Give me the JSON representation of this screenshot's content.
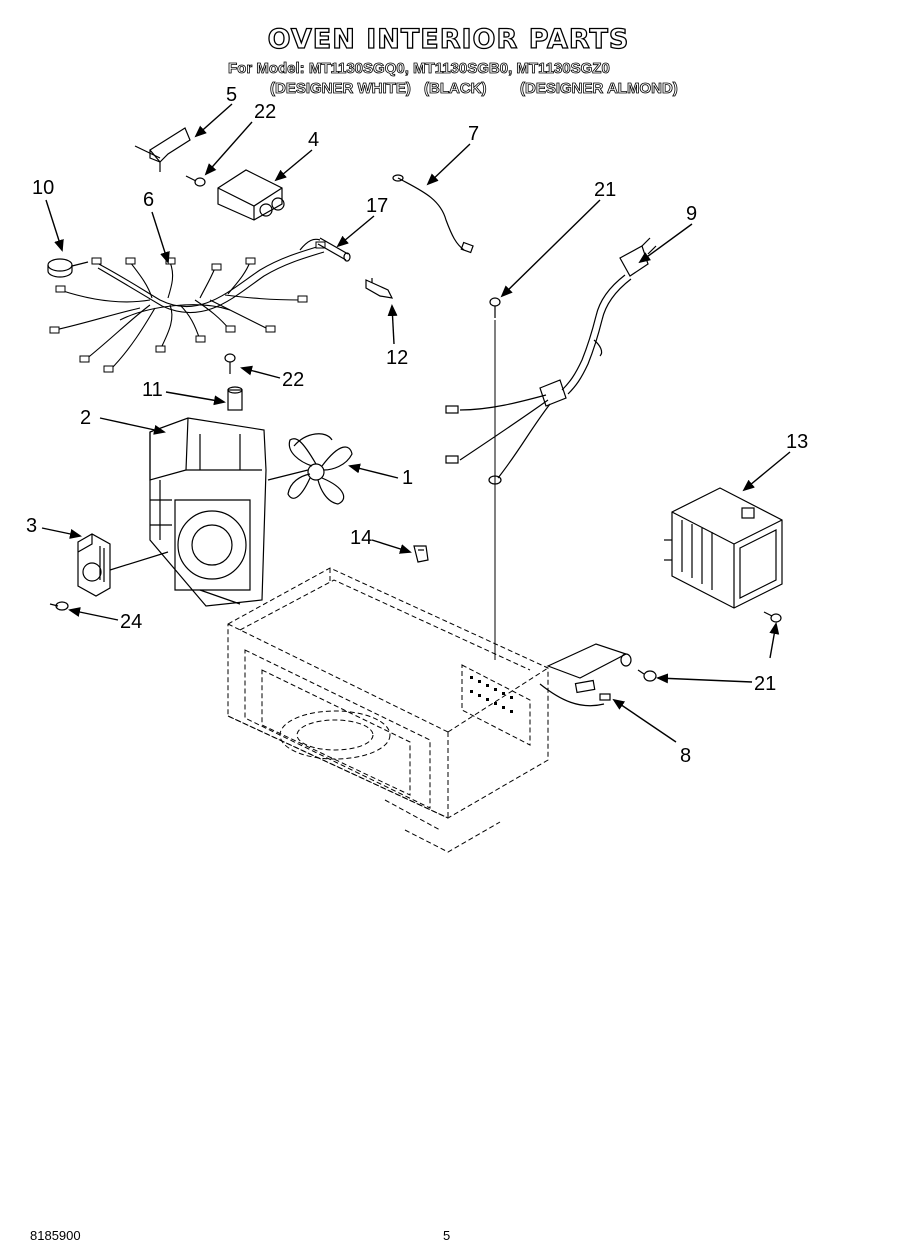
{
  "title": "OVEN INTERIOR PARTS",
  "models_line": "For Model: MT1130SGQ0, MT1130SGB0, MT1130SGZ0",
  "variants": {
    "white": "(DESIGNER WHITE)",
    "black": "(BLACK)",
    "almond": "(DESIGNER ALMOND)"
  },
  "callouts": {
    "c1": "1",
    "c2": "2",
    "c3": "3",
    "c4": "4",
    "c5": "5",
    "c6": "6",
    "c7": "7",
    "c8": "8",
    "c9": "9",
    "c10": "10",
    "c11": "11",
    "c12": "12",
    "c13": "13",
    "c14": "14",
    "c17": "17",
    "c21a": "21",
    "c21b": "21",
    "c22a": "22",
    "c22b": "22",
    "c24": "24"
  },
  "footer": {
    "doc_number": "8185900",
    "page_number": "5"
  }
}
